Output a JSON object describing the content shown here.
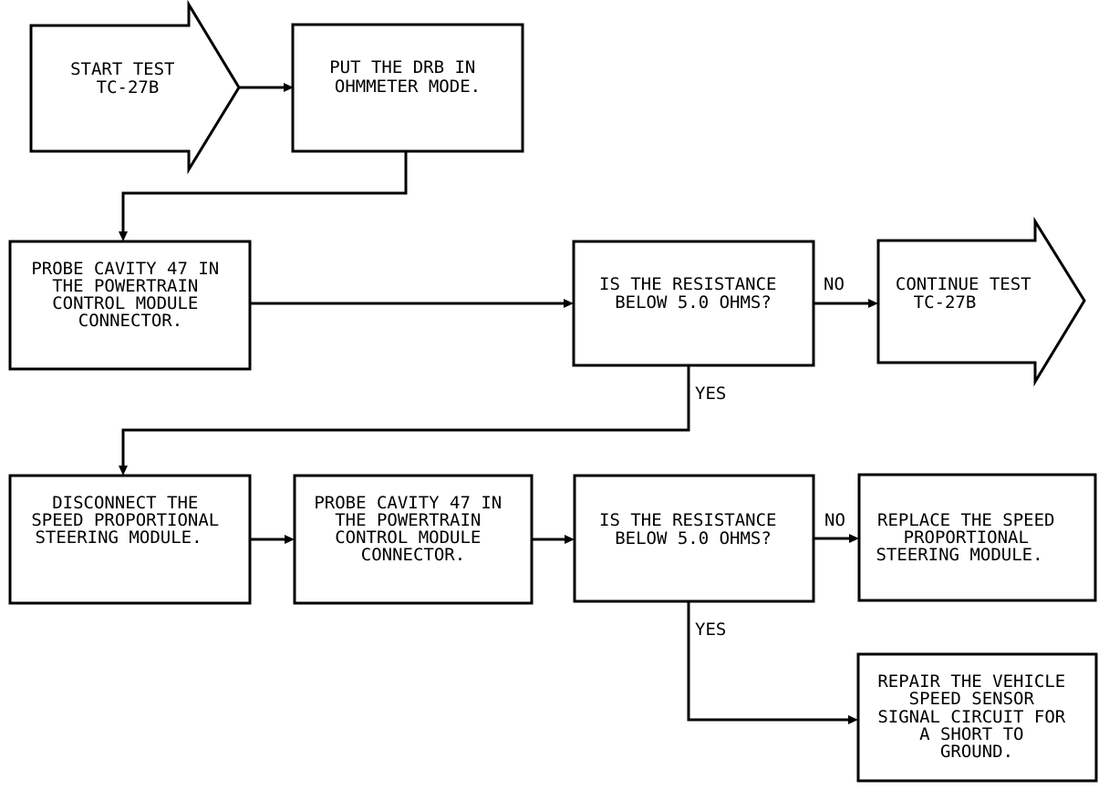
{
  "nodes": {
    "start": {
      "lines": [
        "START TEST",
        "TC-27B"
      ]
    },
    "put_drb": {
      "lines": [
        "PUT THE DRB IN",
        "OHMMETER MODE."
      ]
    },
    "probe_1": {
      "lines": [
        "PROBE CAVITY 47 IN",
        "THE POWERTRAIN",
        "CONTROL MODULE",
        "CONNECTOR."
      ]
    },
    "decision_1": {
      "lines": [
        "IS THE RESISTANCE",
        "BELOW 5.0 OHMS?"
      ]
    },
    "continue": {
      "lines": [
        "CONTINUE TEST",
        "TC-27B"
      ]
    },
    "disconnect": {
      "lines": [
        "DISCONNECT THE",
        "SPEED PROPORTIONAL",
        "STEERING MODULE."
      ]
    },
    "probe_2": {
      "lines": [
        "PROBE CAVITY 47 IN",
        "THE POWERTRAIN",
        "CONTROL MODULE",
        "CONNECTOR."
      ]
    },
    "decision_2": {
      "lines": [
        "IS THE RESISTANCE",
        "BELOW 5.0 OHMS?"
      ]
    },
    "replace": {
      "lines": [
        "REPLACE THE SPEED",
        "PROPORTIONAL",
        "STEERING MODULE."
      ]
    },
    "repair": {
      "lines": [
        "REPAIR THE VEHICLE",
        "SPEED SENSOR",
        "SIGNAL CIRCUIT FOR",
        "A SHORT TO",
        "GROUND."
      ]
    }
  },
  "edges": {
    "d1_no": "NO",
    "d1_yes": "YES",
    "d2_no": "NO",
    "d2_yes": "YES"
  }
}
